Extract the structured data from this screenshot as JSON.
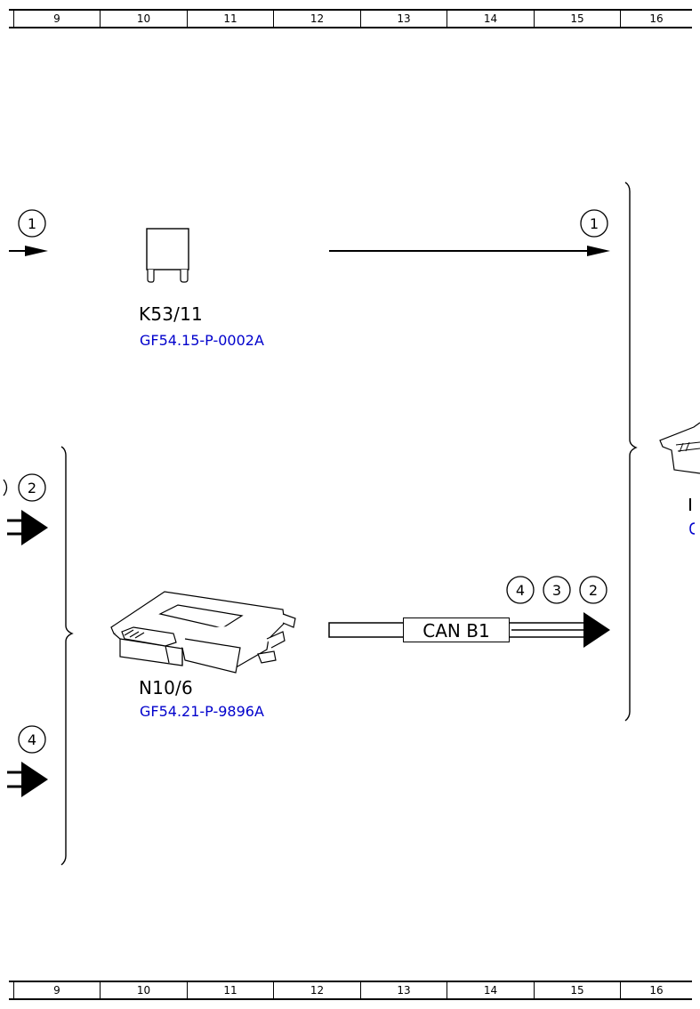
{
  "ruler": {
    "columns": [
      "9",
      "10",
      "11",
      "12",
      "13",
      "14",
      "15",
      "16"
    ]
  },
  "components": {
    "relay": {
      "label": "K53/11",
      "ref": "GF54.15-P-0002A"
    },
    "module": {
      "label": "N10/6",
      "ref": "GF54.21-P-9896A"
    }
  },
  "bus": {
    "label": "CAN B1"
  },
  "markers": {
    "top_left": "1",
    "top_right": "1",
    "mid_left": "2",
    "bottom_left": "4",
    "can_a": "4",
    "can_b": "3",
    "can_c": "2"
  },
  "colors": {
    "link": "#0000cc",
    "line": "#000000"
  }
}
